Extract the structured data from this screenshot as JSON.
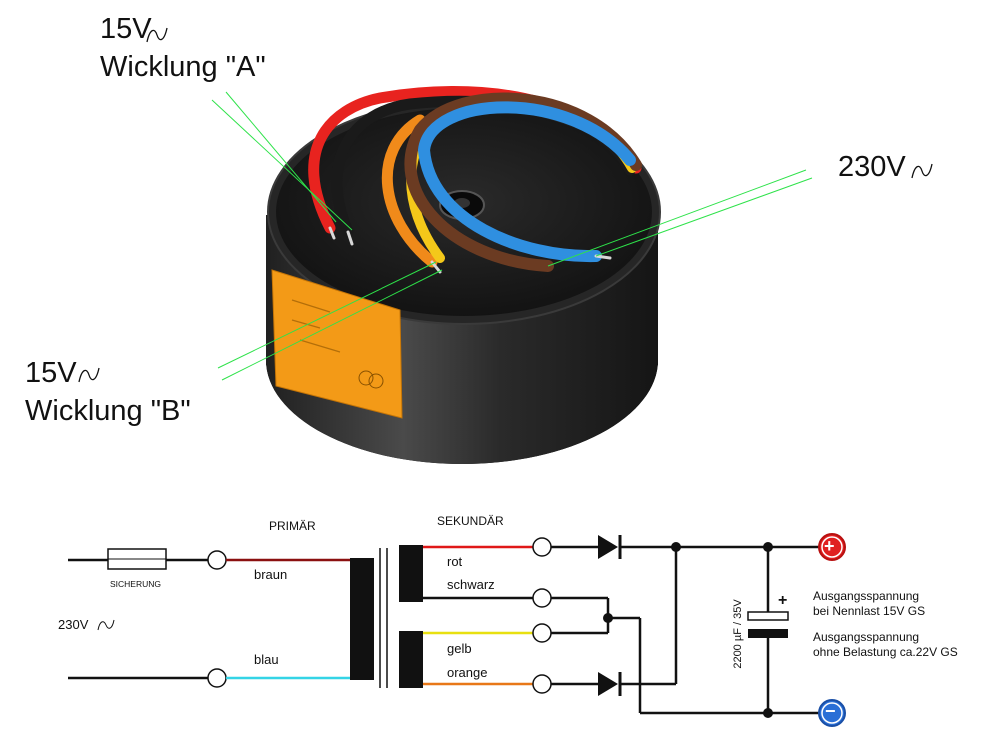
{
  "photo": {
    "labels": {
      "wicklung_a_voltage": "15V",
      "wicklung_a_name": "Wicklung \"A\"",
      "primary_voltage": "230V",
      "wicklung_b_voltage": "15V",
      "wicklung_b_name": "Wicklung \"B\""
    },
    "wire_colors": {
      "red": "#e8231f",
      "black": "#1a1a1a",
      "orange": "#f08a1a",
      "yellow": "#f4c81a",
      "brown": "#6b3b22",
      "blue": "#2f8fe0"
    },
    "leader_line_color": "#2ee24a",
    "label_band_color": "#f39a17"
  },
  "schematic": {
    "primary_title": "PRIMÄR",
    "secondary_title": "SEKUNDÄR",
    "fuse_label": "SICHERUNG",
    "mains_label": "230V",
    "primary_wires": {
      "top": {
        "label": "braun",
        "color": "#8b1010"
      },
      "bottom": {
        "label": "blau",
        "color": "#34d4e6"
      }
    },
    "secondary_wires": [
      {
        "label": "rot",
        "color": "#e01818"
      },
      {
        "label": "schwarz",
        "color": "#111111"
      },
      {
        "label": "gelb",
        "color": "#e8e010"
      },
      {
        "label": "orange",
        "color": "#e87818"
      }
    ],
    "capacitor_label": "2200 µF / 35V",
    "capacitor_polarity": "+",
    "output_text_1_line_1": "Ausgangsspannung",
    "output_text_1_line_2": "bei Nennlast 15V GS",
    "output_text_2_line_1": "Ausgangsspannung",
    "output_text_2_line_2": "ohne Belastung ca.22V GS",
    "terminal_plus_symbol": "+",
    "terminal_minus_symbol": "−",
    "terminal_plus_color": "#e02020",
    "terminal_minus_color": "#2a6fd6"
  }
}
